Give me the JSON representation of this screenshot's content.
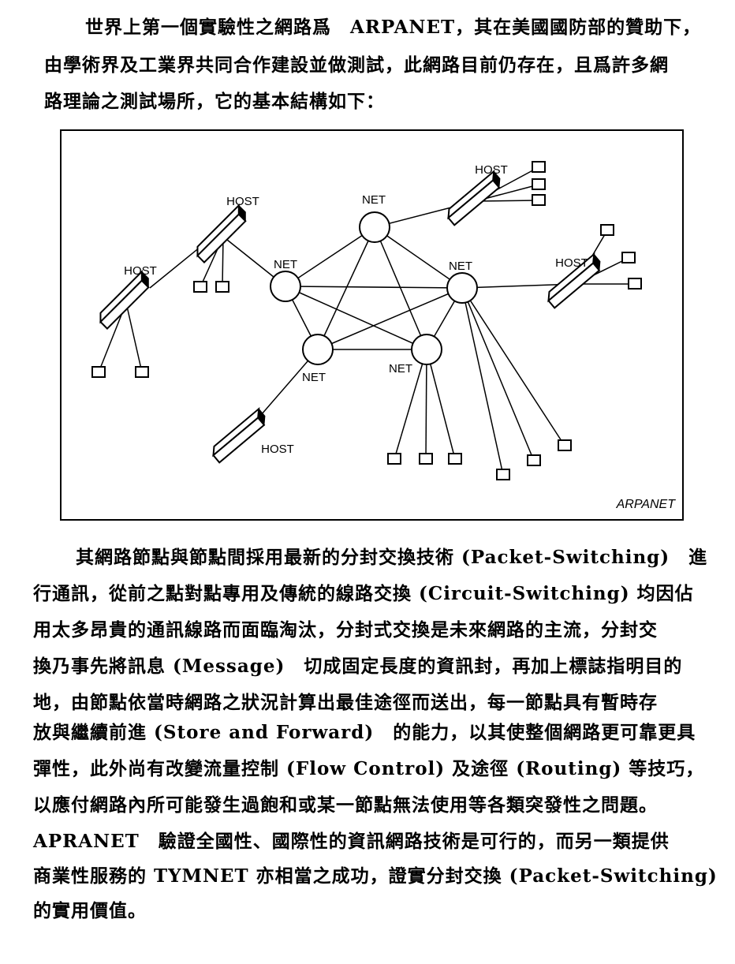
{
  "paragraph1": [
    "世界上第一個實驗性之網路爲　ARPANET，其在美國國防部的贊助下，",
    "由學術界及工業界共同合作建設並做測試，此網路目前仍存在，且爲許多網",
    "路理論之測試場所，它的基本結構如下："
  ],
  "figure": {
    "caption": "ARPANET",
    "net_label": "NET",
    "host_label": "HOST"
  },
  "paragraph2": [
    "其網路節點與節點間採用最新的分封交換技術 (Packet-Switching)　進",
    "行通訊，從前之點對點專用及傳統的線路交換 (Circuit-Switching) 均因佔",
    "用太多昂貴的通訊線路而面臨淘汰，分封式交換是未來網路的主流，分封交",
    "換乃事先將訊息 (Message)　切成固定長度的資訊封，再加上標誌指明目的",
    "地，由節點依當時網路之狀況計算出最佳途徑而送出，每一節點具有暫時存",
    "放與繼續前進 (Store and Forward)　的能力，以其使整個網路更可靠更具",
    "彈性，此外尚有改變流量控制 (Flow Control) 及途徑 (Routing) 等技巧，",
    "以應付網路內所可能發生過飽和或某一節點無法使用等各類突發性之問題。",
    "APRANET　驗證全國性、國際性的資訊網路技術是可行的，而另一類提供",
    "商業性服務的 TYMNET 亦相當之成功，證實分封交換 (Packet-Switching)",
    "的實用價值。"
  ]
}
